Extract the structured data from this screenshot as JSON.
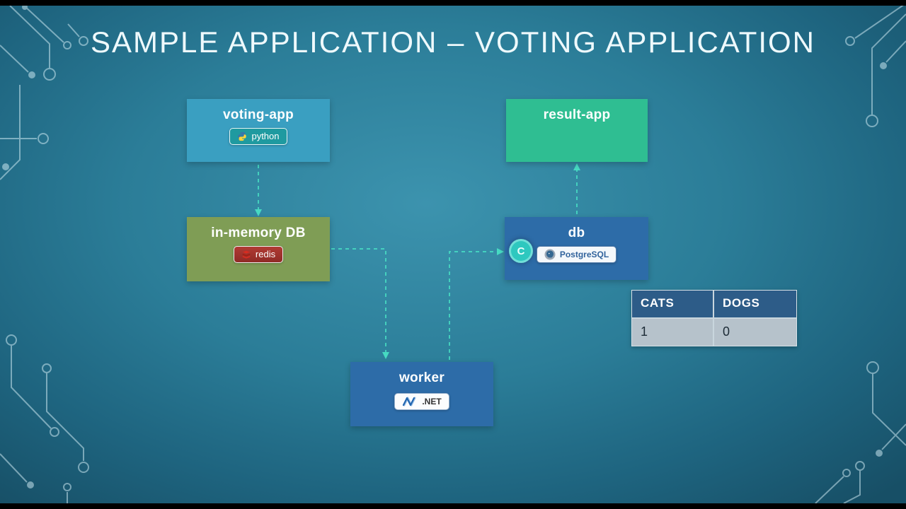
{
  "title": "SAMPLE APPLICATION – VOTING APPLICATION",
  "nodes": {
    "voting_app": {
      "label": "voting-app",
      "badge": "python",
      "color": "#3a9fc1"
    },
    "result_app": {
      "label": "result-app",
      "color": "#2fbe92"
    },
    "in_memory_db": {
      "label": "in-memory DB",
      "badge": "redis",
      "color": "#7f9d55"
    },
    "db": {
      "label": "db",
      "badge": "PostgreSQL",
      "color": "#2d6ca8"
    },
    "worker": {
      "label": "worker",
      "badge": ".NET",
      "color": "#2d6ca8"
    }
  },
  "click_indicator": "C",
  "table": {
    "headers": [
      "CATS",
      "DOGS"
    ],
    "rows": [
      [
        "1",
        "0"
      ]
    ],
    "header_color": "#2d5c88",
    "row_color": "#b6c2cb"
  },
  "icons": [
    "python-icon",
    "redis-icon",
    "postgresql-icon",
    "dotnet-icon",
    "click-indicator"
  ],
  "colors": {
    "arrow": "#49e2c5",
    "background_center": "#3c93ae",
    "background_edge": "#174f66",
    "circuit_lines": "#d8f1f9"
  }
}
